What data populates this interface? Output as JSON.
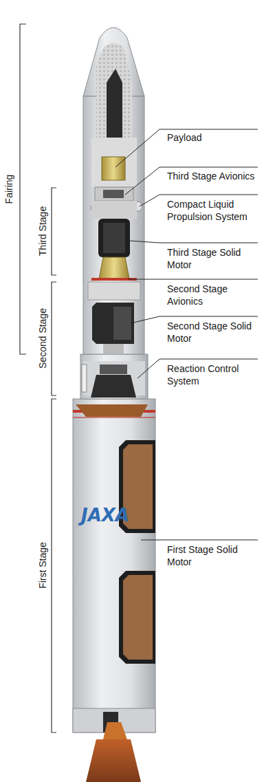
{
  "diagram": {
    "labels": [
      "Fairing",
      "Third Stage",
      "Second Stage",
      "First Stage",
      "Payload",
      "Third Stage Avionics",
      "Compact Liquid Propulsion System",
      "Third Stage Solid Motor",
      "Second Stage Avionics",
      "Second Stage Solid Motor",
      "Reaction Control System",
      "First Stage Solid Motor",
      "JAXA"
    ]
  }
}
